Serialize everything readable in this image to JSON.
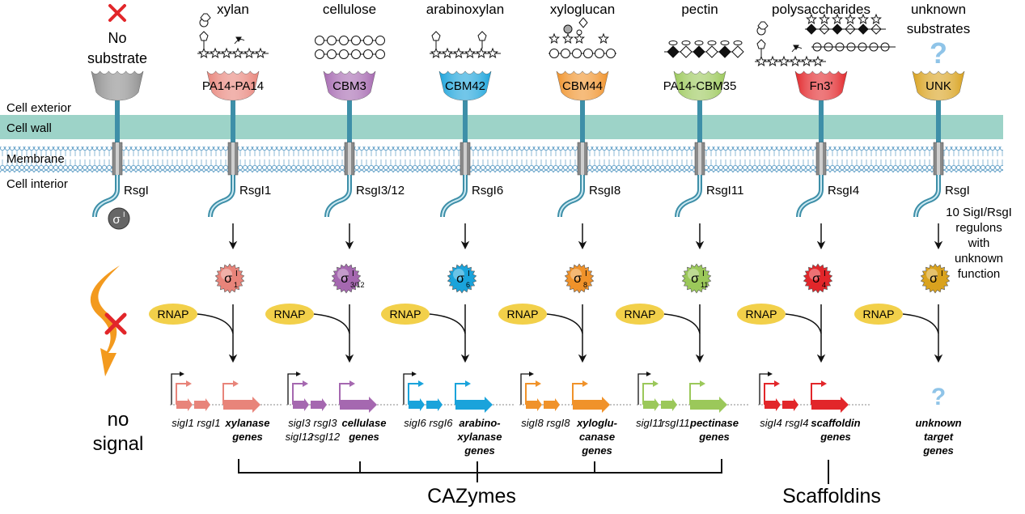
{
  "regions": {
    "exterior": "Cell exterior",
    "wall": "Cell wall",
    "membrane": "Membrane",
    "interior": "Cell interior"
  },
  "rnap": "RNAP",
  "control": {
    "line1": "No",
    "line2": "substrate",
    "receptor_color": "#8c8c8c",
    "anti_sigma": "RsgI",
    "sigma": "σ",
    "sigma_sup": "I",
    "no_signal_1": "no",
    "no_signal_2": "signal"
  },
  "columns": [
    {
      "id": "xylan",
      "substrate": [
        "xylan"
      ],
      "domain": "PA14-PA14",
      "domain_plain": true,
      "color": "#e8847a",
      "anti_sigma": "RsgI1",
      "sub": "1",
      "genes": [
        "sigI1",
        "rsgI1"
      ],
      "genes2": [],
      "product": [
        "xylanase",
        "genes"
      ],
      "glyph": "xylan"
    },
    {
      "id": "cellulose",
      "substrate": [
        "cellulose"
      ],
      "domain": "CBM3",
      "domain_plain": false,
      "color": "#a568b0",
      "anti_sigma": "RsgI3/12",
      "sub": "3/12",
      "genes": [
        "sigI3",
        "rsgI3"
      ],
      "genes2": [
        "sigI12",
        "rsgI12"
      ],
      "product": [
        "cellulase",
        "genes"
      ],
      "glyph": "cellulose"
    },
    {
      "id": "arabinoxylan",
      "substrate": [
        "arabinoxylan"
      ],
      "domain": "CBM42",
      "domain_plain": false,
      "color": "#1aa3db",
      "anti_sigma": "RsgI6",
      "sub": "6",
      "genes": [
        "sigI6",
        "rsgI6"
      ],
      "genes2": [],
      "product": [
        "arabino-",
        "xylanase",
        "genes"
      ],
      "glyph": "arabinoxylan"
    },
    {
      "id": "xyloglucan",
      "substrate": [
        "xyloglucan"
      ],
      "domain": "CBM44",
      "domain_plain": false,
      "color": "#f0922a",
      "anti_sigma": "RsgI8",
      "sub": "8",
      "genes": [
        "sigI8",
        "rsgI8"
      ],
      "genes2": [],
      "product": [
        "xyloglu-",
        "canase",
        "genes"
      ],
      "glyph": "xyloglucan"
    },
    {
      "id": "pectin",
      "substrate": [
        "pectin"
      ],
      "domain": "PA14-CBM35",
      "domain_plain": true,
      "color": "#9bc85a",
      "anti_sigma": "RsgI11",
      "sub": "11",
      "genes": [
        "sigI11",
        "rsgI11"
      ],
      "genes2": [],
      "product": [
        "pectinase",
        "genes"
      ],
      "glyph": "pectin"
    },
    {
      "id": "polysaccharides",
      "substrate": [
        "polysaccharides"
      ],
      "domain": "Fn3'",
      "domain_plain": false,
      "color": "#e2262a",
      "anti_sigma": "RsgI4",
      "sub": "4",
      "genes": [
        "sigI4",
        "rsgI4"
      ],
      "genes2": [],
      "product": [
        "scaffoldin",
        "genes"
      ],
      "glyph": "poly"
    },
    {
      "id": "unknown",
      "substrate": [
        "unknown",
        "substrates"
      ],
      "domain": "UNK",
      "domain_plain": false,
      "color": "#d9a21e",
      "anti_sigma": "RsgI",
      "sub": "",
      "genes": [],
      "genes2": [],
      "product": [
        "unknown",
        "target",
        "genes"
      ],
      "glyph": "question",
      "note": [
        "10 SigI/RsgI",
        "regulons",
        "with",
        "unknown",
        "function"
      ]
    }
  ],
  "groups": {
    "cazymes": "CAZymes",
    "scaffoldins": "Scaffoldins"
  },
  "colors": {
    "wall": "#9dd3c8",
    "membrane": "#9cc8e0",
    "stalk": "#3e8fa8",
    "rnap": "#f2d04a",
    "cross": "#e2262a",
    "arrow_orange": "#f39a1e"
  }
}
